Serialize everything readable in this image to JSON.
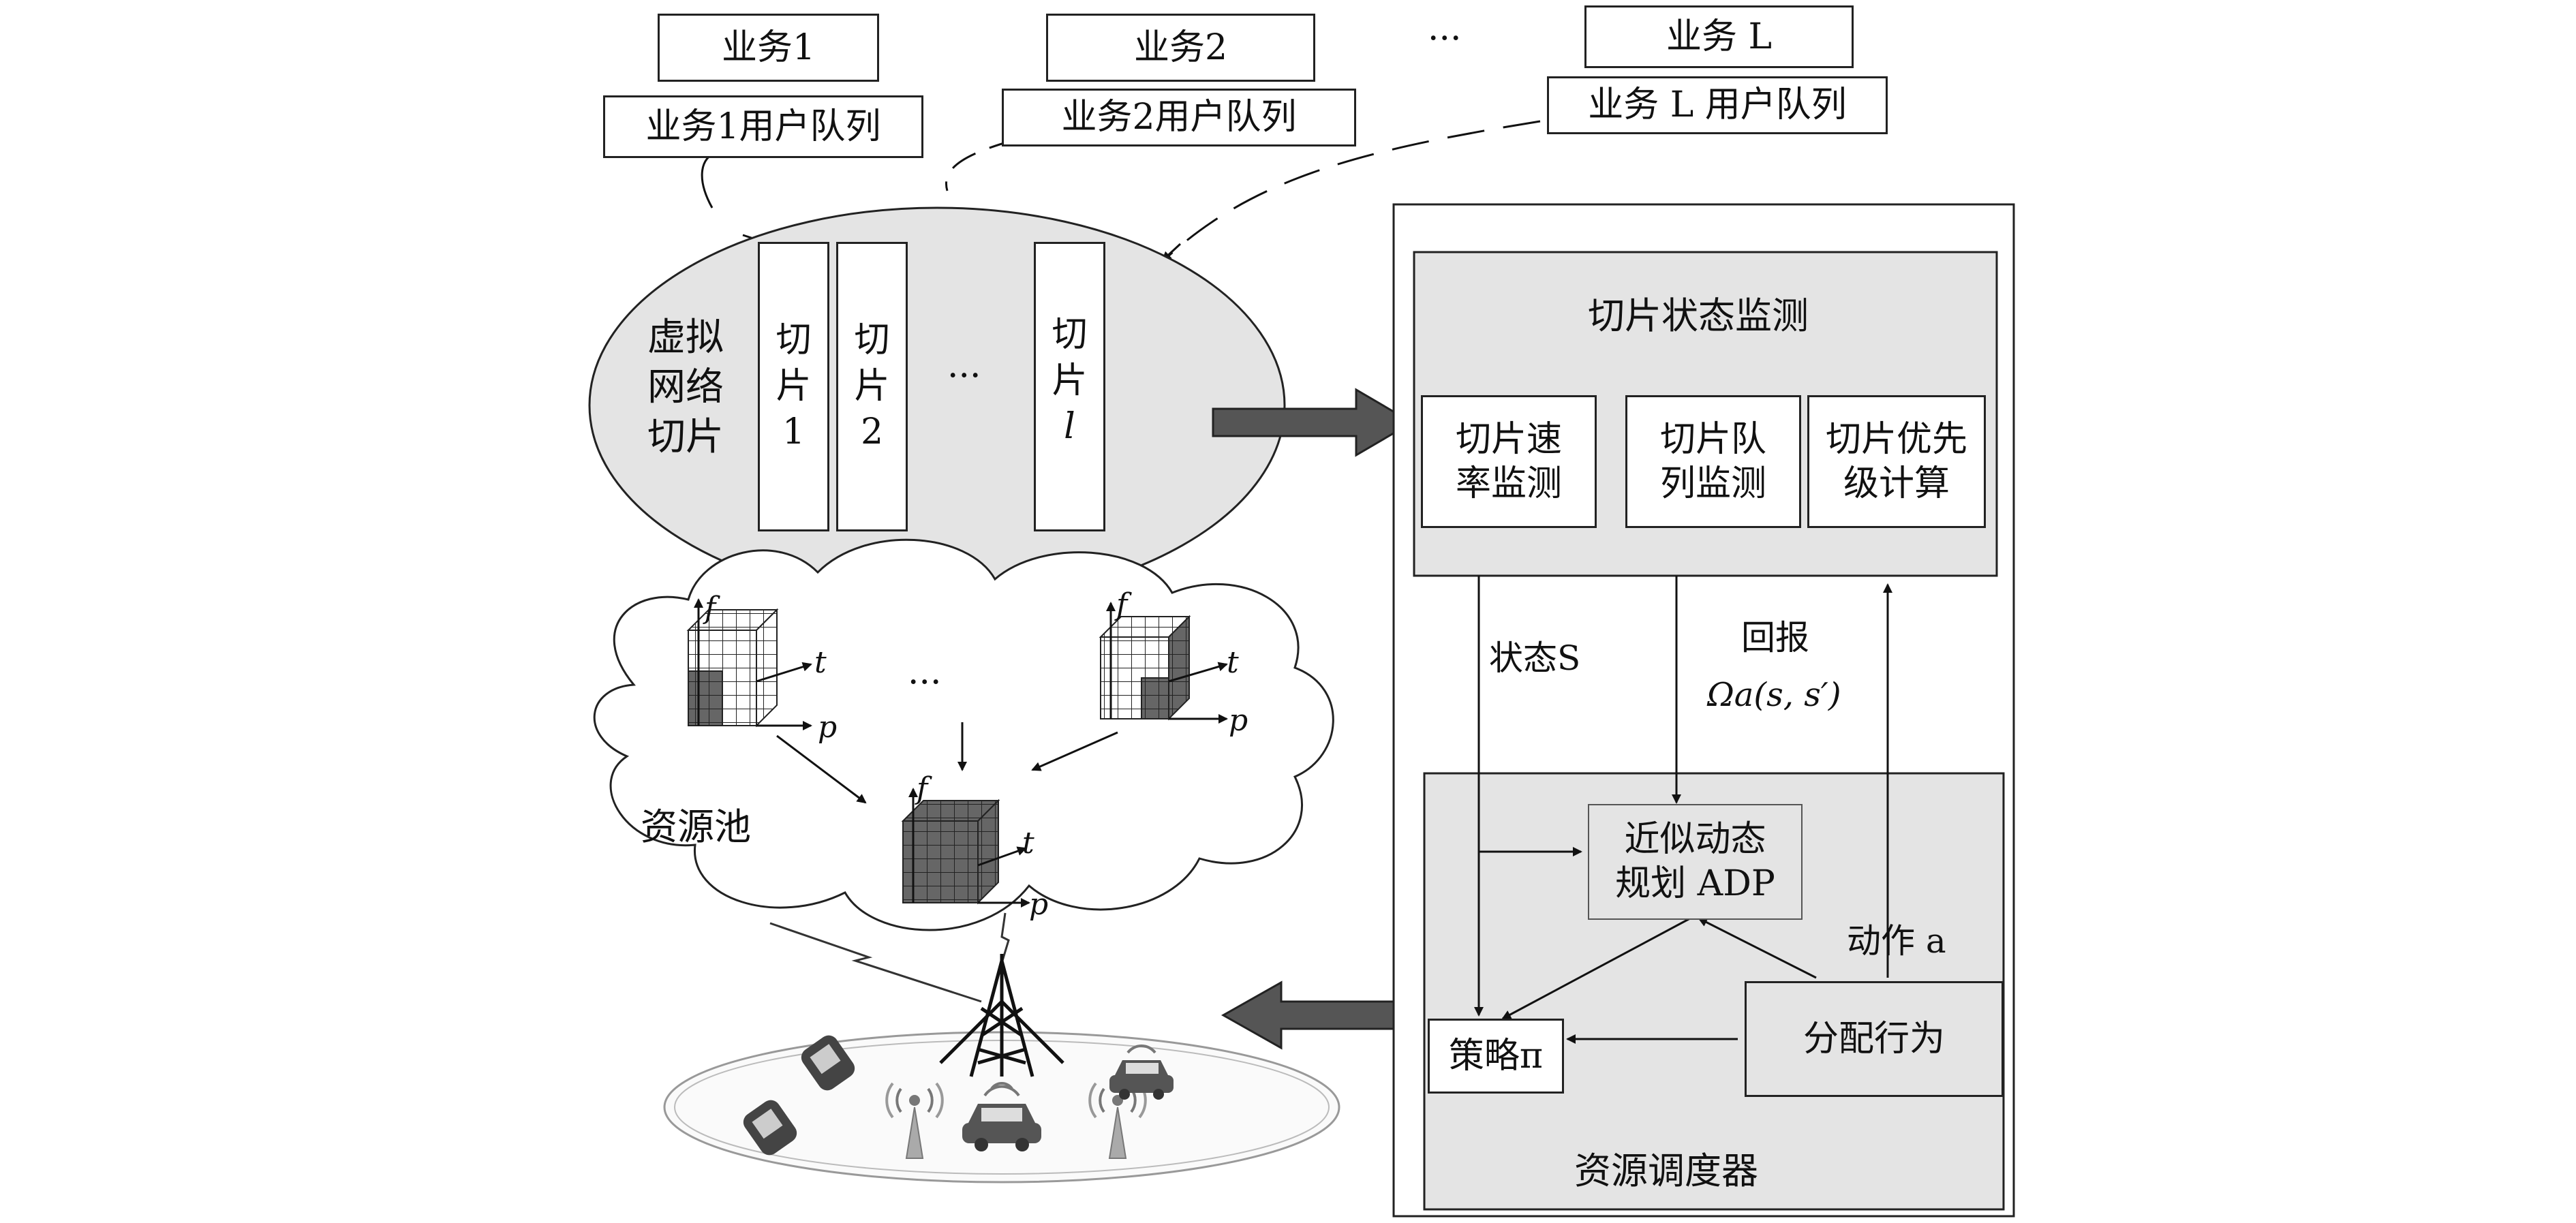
{
  "services": [
    {
      "label": "业务1",
      "queue": "业务1用户队列"
    },
    {
      "label": "业务2",
      "queue": "业务2用户队列"
    },
    {
      "label": "业务 L",
      "queue": "业务 L 用户队列"
    }
  ],
  "service_ellipsis": "···",
  "virtual_slicing": {
    "title_lines": [
      "虚拟",
      "网络",
      "切片"
    ],
    "slices": [
      {
        "line1": "切",
        "line2": "片",
        "line3": "1"
      },
      {
        "line1": "切",
        "line2": "片",
        "line3": "2"
      },
      {
        "line1": "切",
        "line2": "片",
        "line3": "l"
      }
    ],
    "ellipsis": "···"
  },
  "resource_pool": {
    "label": "资源池",
    "axis_f": "f",
    "axis_t": "t",
    "axis_p": "p",
    "ellipsis": "···"
  },
  "monitor": {
    "title": "切片状态监测",
    "modules": [
      {
        "line1": "切片速",
        "line2": "率监测"
      },
      {
        "line1": "切片队",
        "line2": "列监测"
      },
      {
        "line1": "切片优先",
        "line2": "级计算"
      }
    ]
  },
  "links": {
    "state": "状态S",
    "reward_title": "回报",
    "reward_expr": "Ωa(s, s′)",
    "action": "动作 a"
  },
  "scheduler": {
    "title": "资源调度器",
    "adp_line1": "近似动态",
    "adp_line2": "规划 ADP",
    "policy": "策略π",
    "allocation": "分配行为"
  }
}
